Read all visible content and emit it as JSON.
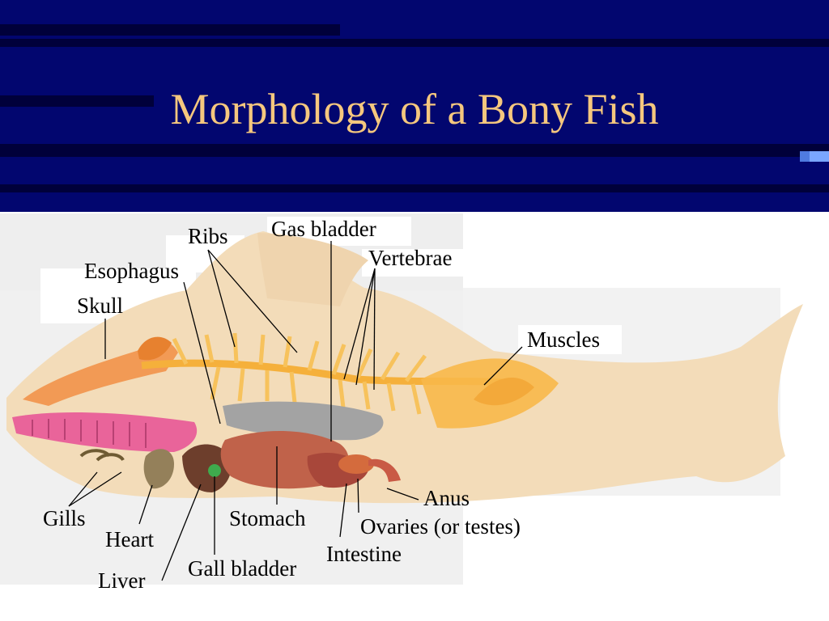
{
  "slide": {
    "title": "Morphology of a Bony Fish",
    "colors": {
      "background": "#02066f",
      "title": "#f5c77e",
      "accent": "#4f7be0"
    }
  },
  "diagram": {
    "labels": {
      "ribs": "Ribs",
      "gas_bladder": "Gas bladder",
      "vertebrae": "Vertebrae",
      "esophagus": "Esophagus",
      "skull": "Skull",
      "muscles": "Muscles",
      "anus": "Anus",
      "ovaries": "Ovaries (or testes)",
      "gills": "Gills",
      "heart": "Heart",
      "stomach": "Stomach",
      "intestine": "Intestine",
      "gall_bladder": "Gall bladder",
      "liver": "Liver"
    }
  }
}
